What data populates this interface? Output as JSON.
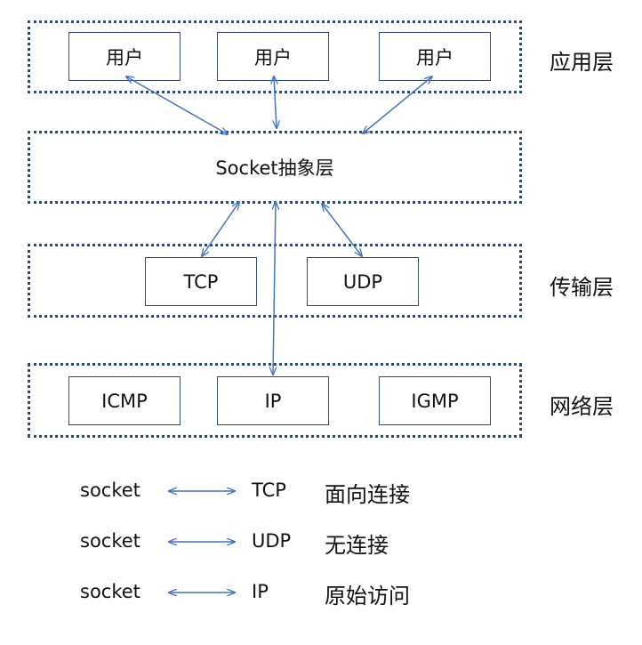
{
  "colors": {
    "border": "#2e4a6e",
    "arrow": "#4472c4"
  },
  "application_layer": {
    "label": "应用层",
    "users": [
      "用户",
      "用户",
      "用户"
    ]
  },
  "socket_layer": {
    "label": "Socket抽象层"
  },
  "transport_layer": {
    "label": "传输层",
    "protocols": [
      "TCP",
      "UDP"
    ]
  },
  "network_layer": {
    "label": "网络层",
    "protocols": [
      "ICMP",
      "IP",
      "IGMP"
    ]
  },
  "legend": [
    {
      "left": "socket",
      "right": "TCP",
      "desc": "面向连接"
    },
    {
      "left": "socket",
      "right": "UDP",
      "desc": "无连接"
    },
    {
      "left": "socket",
      "right": "IP",
      "desc": "原始访问"
    }
  ]
}
